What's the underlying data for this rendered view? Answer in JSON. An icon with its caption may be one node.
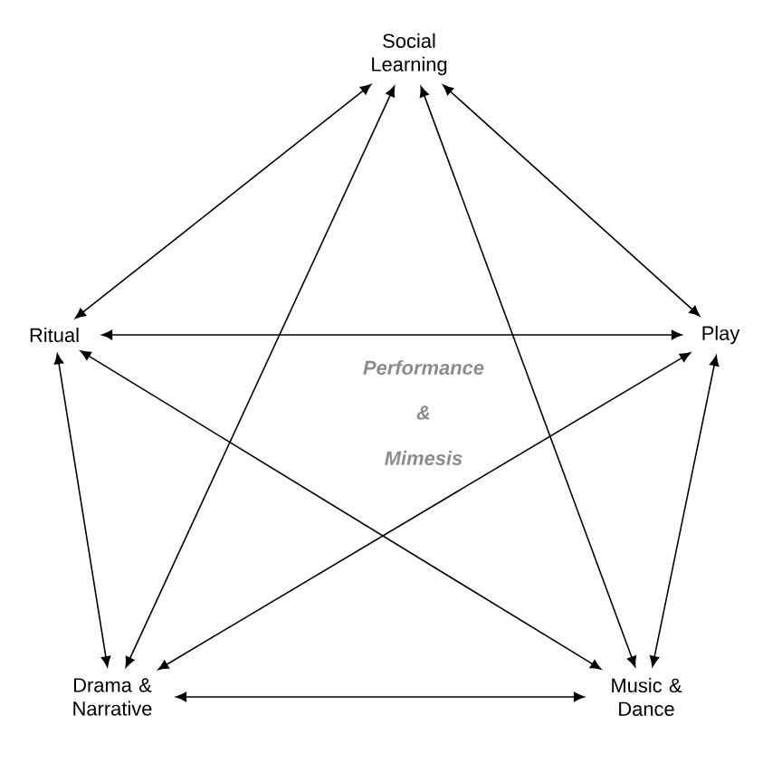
{
  "diagram": {
    "nodes": [
      {
        "text": [
          "Social Learning"
        ]
      },
      {
        "text": [
          "Ritual"
        ]
      },
      {
        "text": [
          "Play"
        ]
      },
      {
        "text": [
          "Drama & Narrative"
        ]
      },
      {
        "text": [
          "Music & Dance"
        ]
      }
    ],
    "edges": [
      {
        "from": 0,
        "to": 1,
        "arrow": "both"
      },
      {
        "from": 0,
        "to": 2,
        "arrow": "both"
      },
      {
        "from": 0,
        "to": 3,
        "arrow": "both"
      },
      {
        "from": 0,
        "to": 4,
        "arrow": "both"
      },
      {
        "from": 1,
        "to": 2,
        "arrow": "both"
      },
      {
        "from": 1,
        "to": 3,
        "arrow": "both"
      },
      {
        "from": 1,
        "to": 4,
        "arrow": "both"
      },
      {
        "from": 2,
        "to": 3,
        "arrow": "both"
      },
      {
        "from": 2,
        "to": 4,
        "arrow": "both"
      },
      {
        "from": 3,
        "to": 4,
        "arrow": "both"
      }
    ],
    "labels": [
      "Performance",
      "&",
      "Mimesis"
    ]
  }
}
